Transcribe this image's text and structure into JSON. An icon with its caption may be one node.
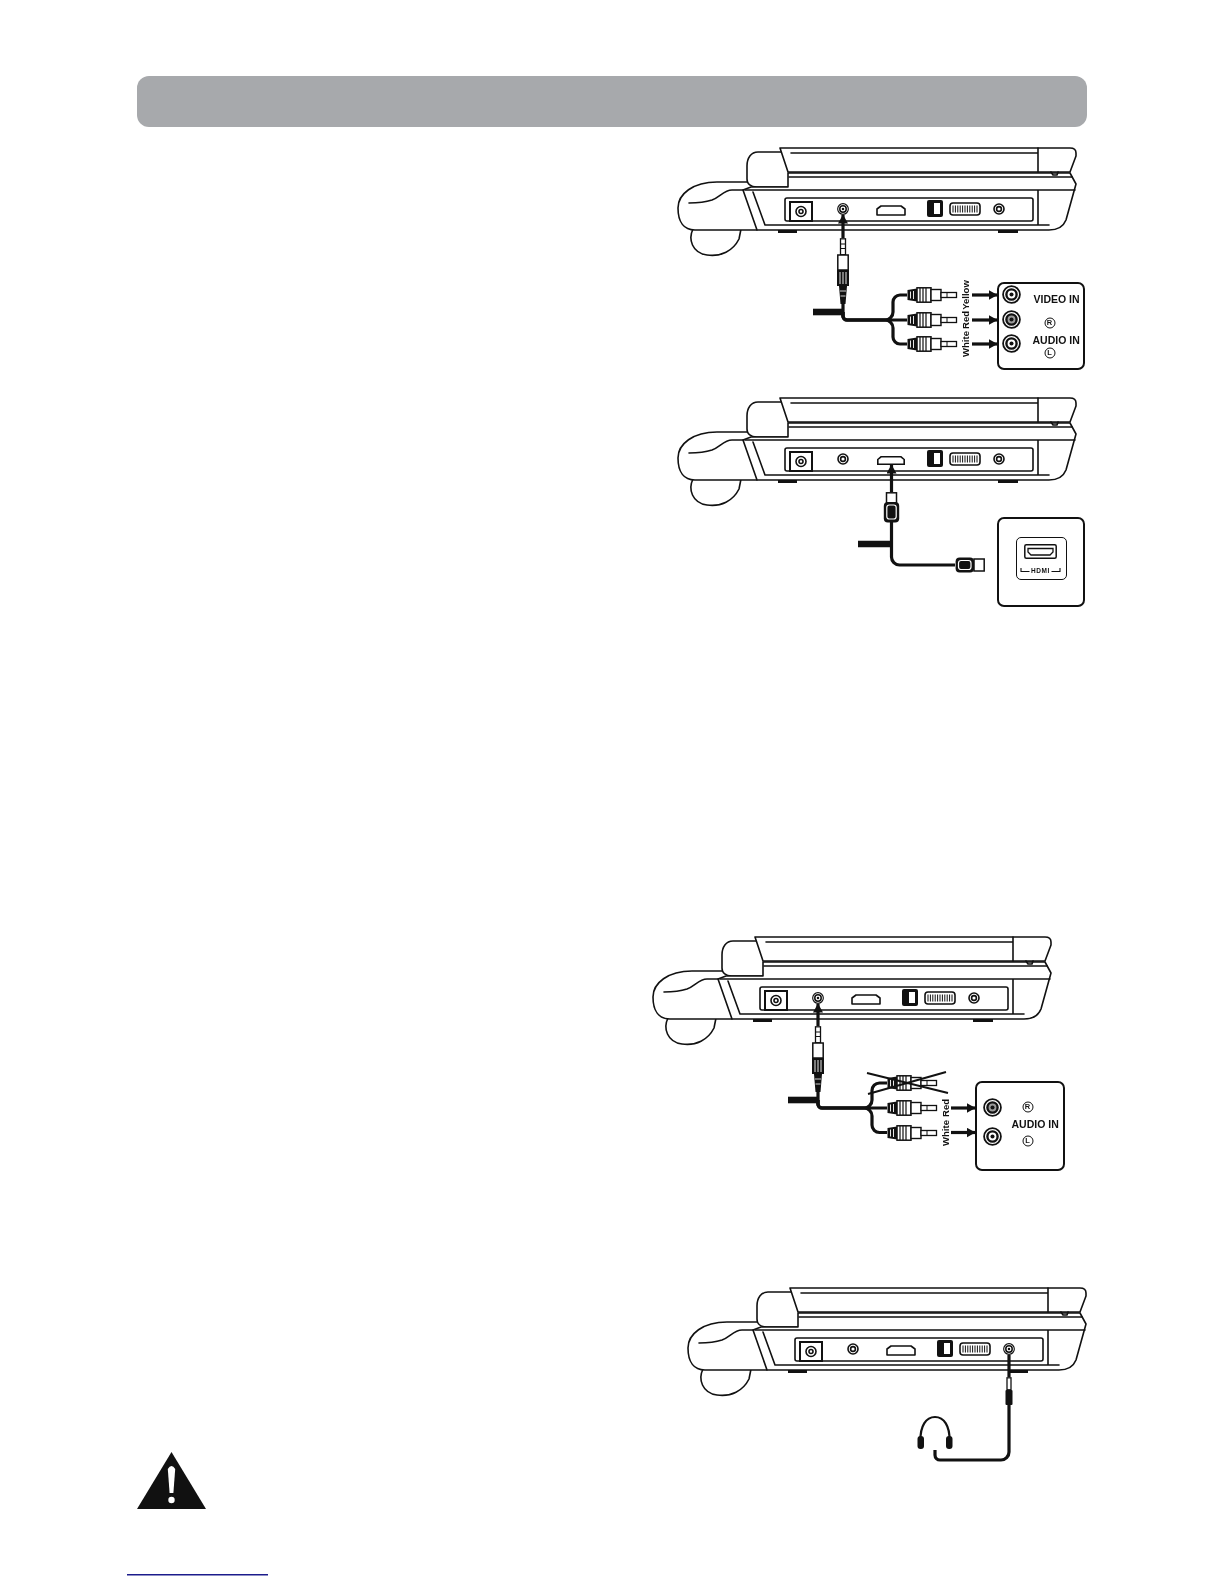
{
  "diagram": {
    "nodes": [
      {
        "text": [],
        "shape": "picture"
      },
      {
        "text": [],
        "shape": "circle",
        "in": 0
      },
      {
        "text": [],
        "shape": "plug"
      },
      {
        "text": [],
        "shape": "plug",
        "beside": [
          "Yellow"
        ]
      },
      {
        "text": [],
        "shape": "plug",
        "beside": [
          "Red"
        ]
      },
      {
        "text": [],
        "shape": "plug",
        "beside": [
          "White"
        ]
      },
      {
        "text": [
          "VIDEO IN",
          "R",
          "AUDIO IN",
          "L"
        ]
      },
      {
        "text": [],
        "shape": "picture"
      },
      {
        "text": [],
        "shape": "socket",
        "in": 7
      },
      {
        "text": [],
        "shape": "plug"
      },
      {
        "text": [],
        "shape": "plug"
      },
      {
        "text": [],
        "shape": "box"
      },
      {
        "text": [
          "HDMI"
        ],
        "in": 11
      },
      {
        "text": [],
        "shape": "picture"
      },
      {
        "text": [],
        "shape": "circle",
        "in": 13
      },
      {
        "text": [],
        "shape": "plug"
      },
      {
        "text": [],
        "shape": "plug"
      },
      {
        "text": [],
        "shape": "plug",
        "beside": [
          "Red"
        ]
      },
      {
        "text": [],
        "shape": "plug",
        "beside": [
          "White"
        ]
      },
      {
        "text": [
          "R",
          "AUDIO IN",
          "L"
        ]
      },
      {
        "text": [],
        "shape": "picture"
      },
      {
        "text": [],
        "shape": "circle",
        "in": 20
      },
      {
        "text": [],
        "shape": "plug"
      },
      {
        "text": [],
        "shape": "picture"
      }
    ],
    "edges": [
      {
        "from": 2,
        "to": 1,
        "arrow": "to"
      },
      {
        "from": 2,
        "to": 3,
        "arrow": "none"
      },
      {
        "from": 2,
        "to": 4,
        "arrow": "none"
      },
      {
        "from": 2,
        "to": 5,
        "arrow": "none"
      },
      {
        "from": 3,
        "to": 6,
        "arrow": "to"
      },
      {
        "from": 4,
        "to": 6,
        "arrow": "to"
      },
      {
        "from": 5,
        "to": 6,
        "arrow": "to"
      },
      {
        "from": 9,
        "to": 8,
        "arrow": "to"
      },
      {
        "from": 9,
        "to": 10,
        "arrow": "none"
      },
      {
        "from": 15,
        "to": 14,
        "arrow": "to"
      },
      {
        "from": 15,
        "to": 16,
        "arrow": "none"
      },
      {
        "from": 15,
        "to": 17,
        "arrow": "none"
      },
      {
        "from": 15,
        "to": 18,
        "arrow": "none"
      },
      {
        "from": 17,
        "to": 19,
        "arrow": "to"
      },
      {
        "from": 18,
        "to": 19,
        "arrow": "to"
      },
      {
        "from": 22,
        "to": 21,
        "arrow": "none"
      },
      {
        "from": 22,
        "to": 23,
        "arrow": "none"
      },
      {
        "from": null,
        "to": 2,
        "arrow": "none",
        "style": "thick"
      },
      {
        "from": null,
        "to": 9,
        "arrow": "none",
        "style": "thick"
      },
      {
        "from": null,
        "to": 15,
        "arrow": "none",
        "style": "thick"
      }
    ]
  }
}
